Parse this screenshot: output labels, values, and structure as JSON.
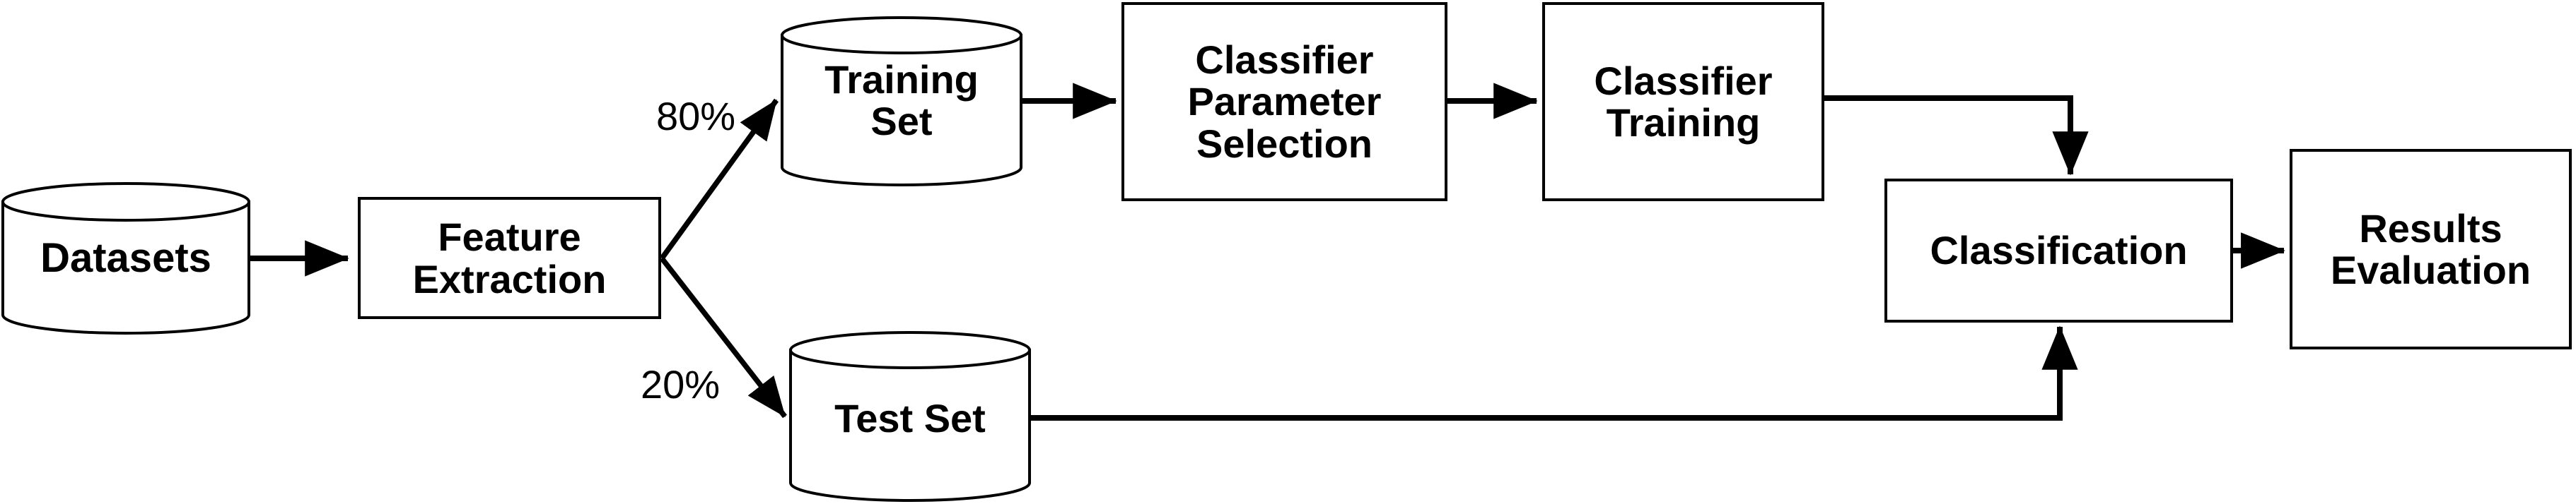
{
  "diagram": {
    "title": "Machine Learning Classification Pipeline Flowchart",
    "background_color": "#ffffff",
    "stroke_color": "#000000",
    "fill_color": "#ffffff",
    "nodes": [
      {
        "id": "datasets",
        "label": "Datasets",
        "shape": "cylinder"
      },
      {
        "id": "feature-extraction",
        "label": "Feature\nExtraction",
        "shape": "rectangle"
      },
      {
        "id": "training-set",
        "label": "Training\nSet",
        "shape": "cylinder"
      },
      {
        "id": "test-set",
        "label": "Test Set",
        "shape": "cylinder"
      },
      {
        "id": "classifier-parameter-selection",
        "label": "Classifier\nParameter\nSelection",
        "shape": "rectangle"
      },
      {
        "id": "classifier-training",
        "label": "Classifier\nTraining",
        "shape": "rectangle"
      },
      {
        "id": "classification",
        "label": "Classification",
        "shape": "rectangle"
      },
      {
        "id": "results-evaluation",
        "label": "Results\nEvaluation",
        "shape": "rectangle"
      }
    ],
    "edges": [
      {
        "from": "datasets",
        "to": "feature-extraction",
        "label": ""
      },
      {
        "from": "feature-extraction",
        "to": "training-set",
        "label": "80%"
      },
      {
        "from": "feature-extraction",
        "to": "test-set",
        "label": "20%"
      },
      {
        "from": "training-set",
        "to": "classifier-parameter-selection",
        "label": ""
      },
      {
        "from": "classifier-parameter-selection",
        "to": "classifier-training",
        "label": ""
      },
      {
        "from": "classifier-training",
        "to": "classification",
        "label": ""
      },
      {
        "from": "test-set",
        "to": "classification",
        "label": ""
      },
      {
        "from": "classification",
        "to": "results-evaluation",
        "label": ""
      }
    ],
    "labels": {
      "datasets": "Datasets",
      "feature_extraction": "Feature\nExtraction",
      "training_set": "Training\nSet",
      "test_set": "Test Set",
      "classifier_parameter_selection": "Classifier\nParameter\nSelection",
      "classifier_training": "Classifier\nTraining",
      "classification": "Classification",
      "results_evaluation": "Results\nEvaluation",
      "split_train_pct": "80%",
      "split_test_pct": "20%"
    }
  }
}
